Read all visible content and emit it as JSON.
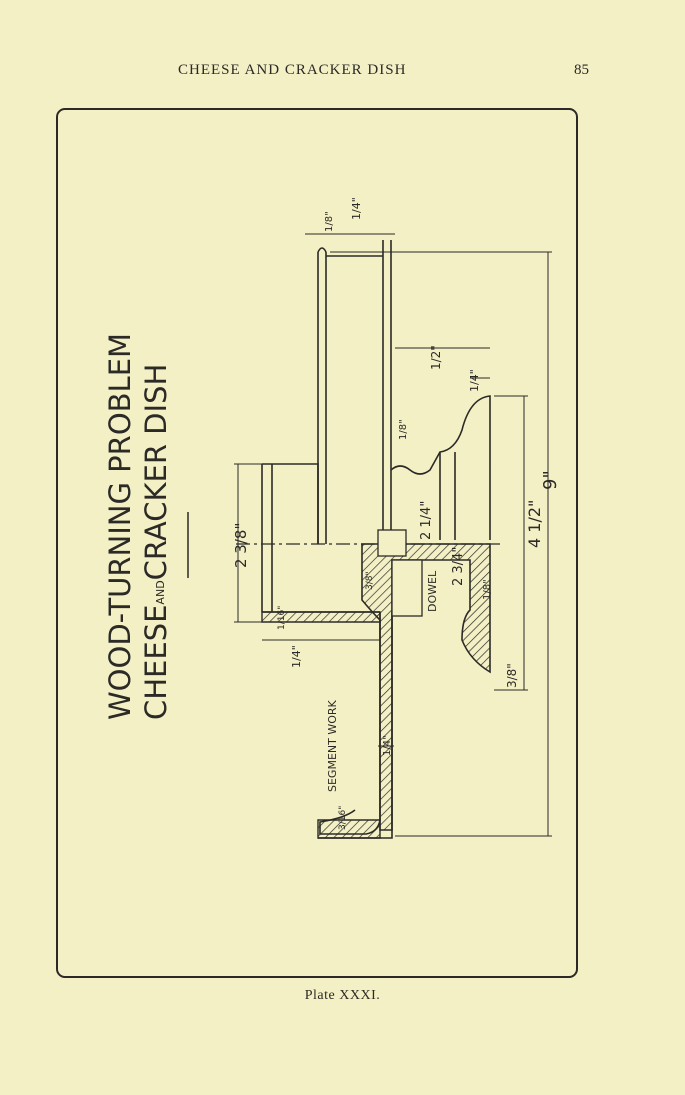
{
  "header": {
    "running_title": "CHEESE AND CRACKER DISH",
    "page_number": "85"
  },
  "plate": {
    "title_line1": "WOOD-TURNING PROBLEM",
    "title_line2_a": "CHEESE",
    "title_line2_and": "AND",
    "title_line2_b": "CRACKER DISH",
    "labels": {
      "segment_work": "SEGMENT WORK",
      "dowel": "DOWEL"
    },
    "dimensions": {
      "overall": "9\"",
      "base_width": "4 1/2\"",
      "height_left": "2 3/8\"",
      "inner_dia": "2 1/4\"",
      "dowel_dia": "2 3/4\"",
      "top_depth": "1/2\"",
      "top_a": "1/4\"",
      "top_b": "1/8\"",
      "rim_thick": "1/4\"",
      "flange": "1/4\"",
      "seg": "1/4\"",
      "rim_end": "3/16\"",
      "foot": "3/8\"",
      "step": "1/8\"",
      "small_a": "1/8\"",
      "small_b": "1/16\"",
      "small_c": "3/8\""
    }
  },
  "caption": "Plate XXXI."
}
